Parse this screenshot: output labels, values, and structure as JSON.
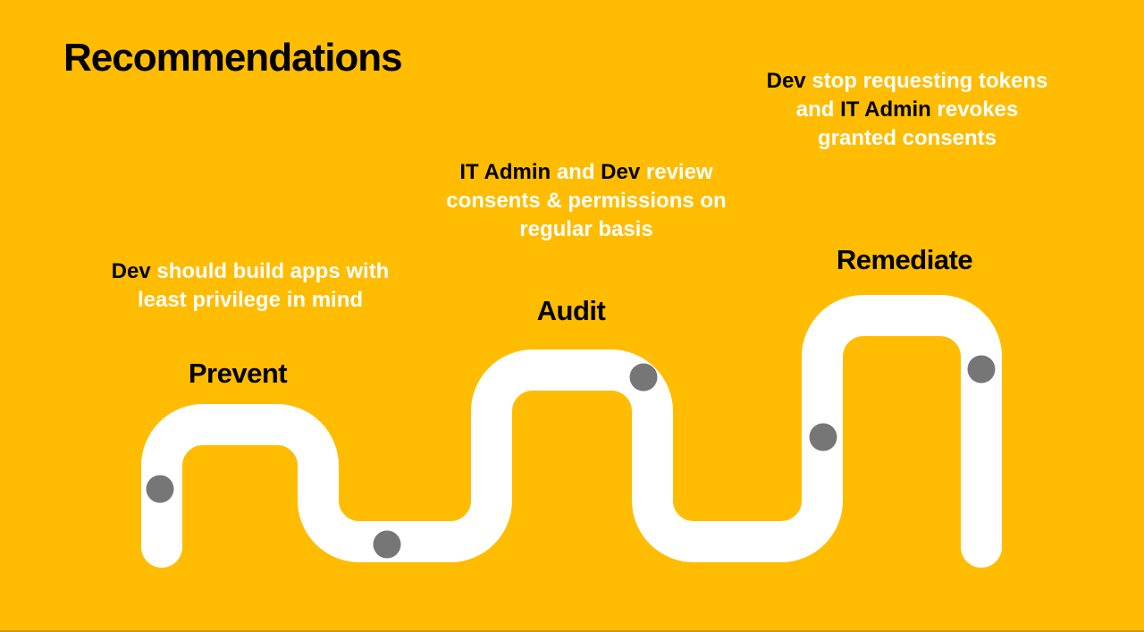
{
  "slide": {
    "title": "Recommendations",
    "colors": {
      "background": "#FFBC00",
      "road": "#FFFFFF",
      "dot": "#767676",
      "heading_text": "#000000",
      "body_text": "#FFFFFF"
    },
    "road": {
      "milestone_count": 5
    },
    "stages": [
      {
        "label": "Prevent",
        "description": [
          [
            {
              "text": "Dev ",
              "emphasis": true
            },
            {
              "text": "should build apps with",
              "emphasis": false
            }
          ],
          [
            {
              "text": "least privilege in mind",
              "emphasis": false
            }
          ]
        ]
      },
      {
        "label": "Audit",
        "description": [
          [
            {
              "text": "IT Admin ",
              "emphasis": true
            },
            {
              "text": "and ",
              "emphasis": false
            },
            {
              "text": "Dev ",
              "emphasis": true
            },
            {
              "text": "review",
              "emphasis": false
            }
          ],
          [
            {
              "text": "consents & permissions on",
              "emphasis": false
            }
          ],
          [
            {
              "text": "regular basis",
              "emphasis": false
            }
          ]
        ]
      },
      {
        "label": "Remediate",
        "description": [
          [
            {
              "text": "Dev ",
              "emphasis": true
            },
            {
              "text": "stop requesting tokens",
              "emphasis": false
            }
          ],
          [
            {
              "text": "and ",
              "emphasis": false
            },
            {
              "text": "IT Admin ",
              "emphasis": true
            },
            {
              "text": "revokes",
              "emphasis": false
            }
          ],
          [
            {
              "text": "granted consents",
              "emphasis": false
            }
          ]
        ]
      }
    ]
  }
}
